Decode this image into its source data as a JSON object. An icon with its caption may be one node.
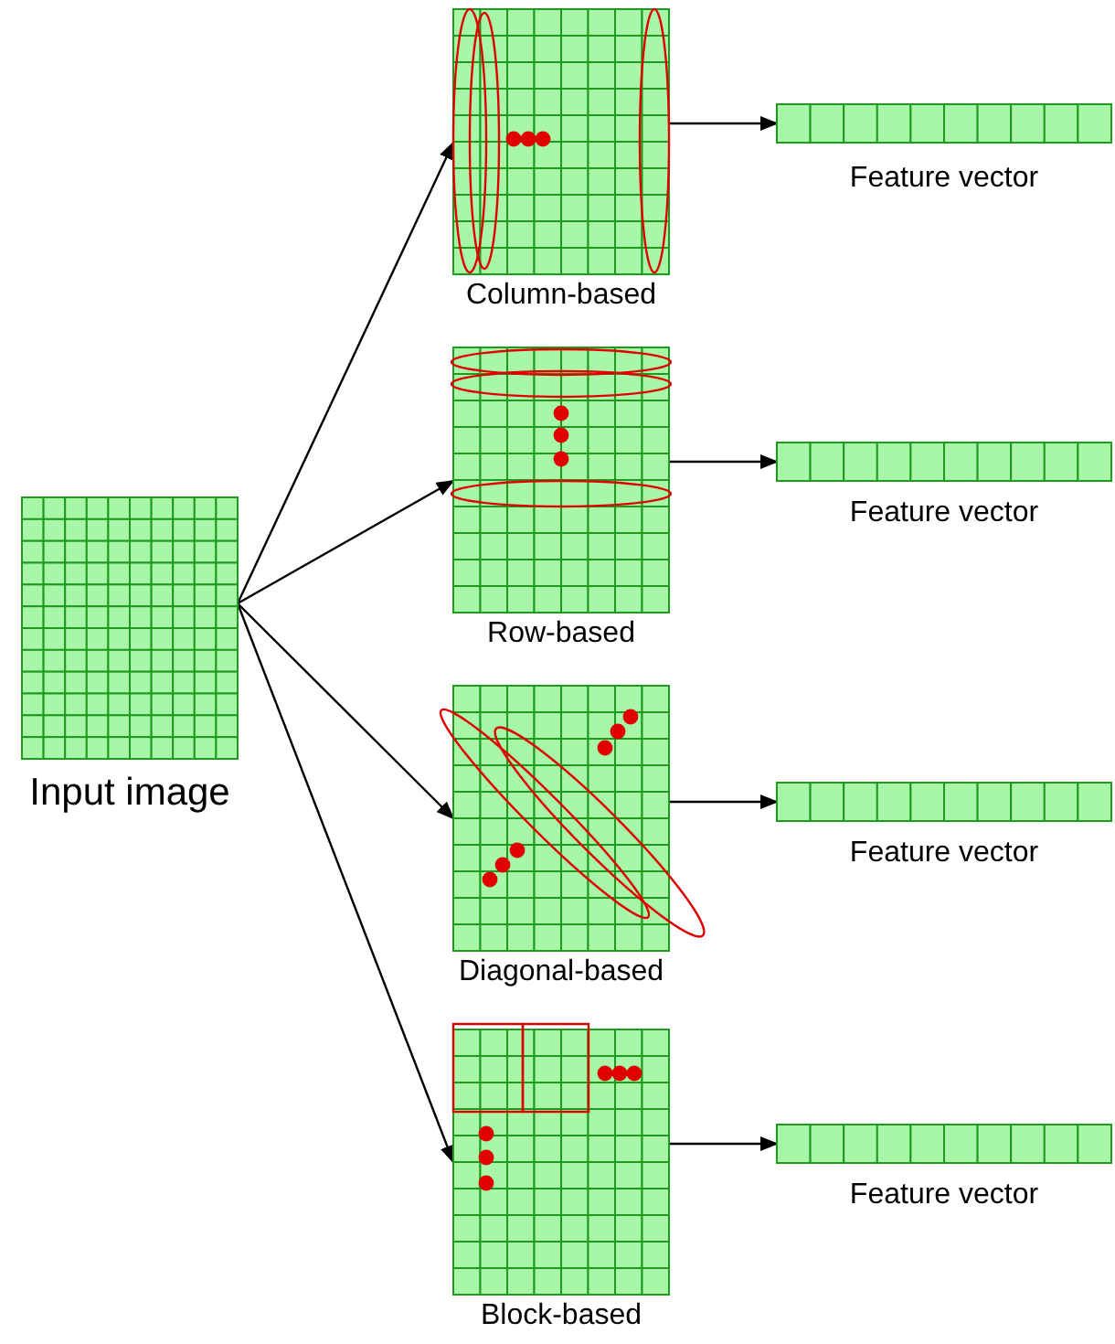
{
  "diagram": {
    "nodes": [
      {
        "text": [
          "Input image"
        ]
      },
      {
        "text": [
          "Column-based"
        ]
      },
      {
        "text": [
          "Feature vector"
        ]
      },
      {
        "text": [
          "Row-based"
        ]
      },
      {
        "text": [
          "Feature vector"
        ]
      },
      {
        "text": [
          "Diagonal-based"
        ]
      },
      {
        "text": [
          "Feature vector"
        ]
      },
      {
        "text": [
          "Block-based"
        ]
      },
      {
        "text": [
          "Feature vector"
        ]
      }
    ],
    "edges": [
      {
        "from": 0,
        "to": 1,
        "arrow": "to"
      },
      {
        "from": 0,
        "to": 3,
        "arrow": "to"
      },
      {
        "from": 0,
        "to": 5,
        "arrow": "to"
      },
      {
        "from": 0,
        "to": 7,
        "arrow": "to"
      },
      {
        "from": 1,
        "to": 2,
        "arrow": "to"
      },
      {
        "from": 3,
        "to": 4,
        "arrow": "to"
      },
      {
        "from": 5,
        "to": 6,
        "arrow": "to"
      },
      {
        "from": 7,
        "to": 8,
        "arrow": "to"
      }
    ]
  }
}
